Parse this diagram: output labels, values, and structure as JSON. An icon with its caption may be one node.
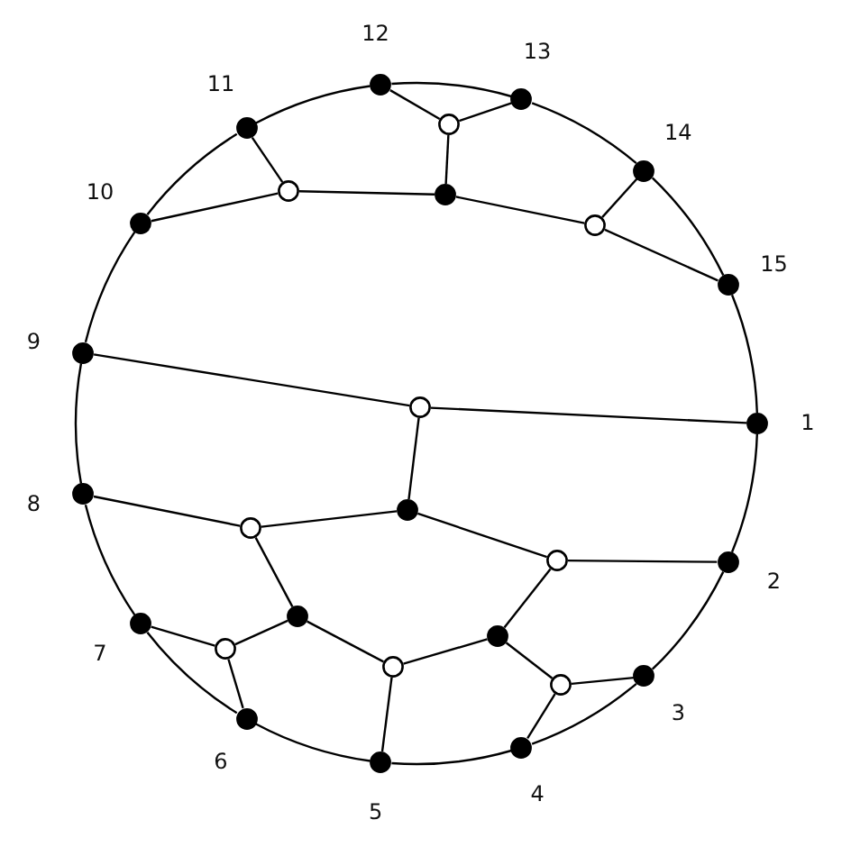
{
  "diagram": {
    "nodes": [
      {
        "text": [],
        "shape": "circle",
        "beside": [
          "1"
        ]
      },
      {
        "text": [],
        "shape": "circle",
        "beside": [
          "2"
        ]
      },
      {
        "text": [],
        "shape": "circle",
        "beside": [
          "3"
        ]
      },
      {
        "text": [],
        "shape": "circle",
        "beside": [
          "4"
        ]
      },
      {
        "text": [],
        "shape": "circle",
        "beside": [
          "5"
        ]
      },
      {
        "text": [],
        "shape": "circle",
        "beside": [
          "6"
        ]
      },
      {
        "text": [],
        "shape": "circle",
        "beside": [
          "7"
        ]
      },
      {
        "text": [],
        "shape": "circle",
        "beside": [
          "8"
        ]
      },
      {
        "text": [],
        "shape": "circle",
        "beside": [
          "9"
        ]
      },
      {
        "text": [],
        "shape": "circle",
        "beside": [
          "10"
        ]
      },
      {
        "text": [],
        "shape": "circle",
        "beside": [
          "11"
        ]
      },
      {
        "text": [],
        "shape": "circle",
        "beside": [
          "12"
        ]
      },
      {
        "text": [],
        "shape": "circle",
        "beside": [
          "13"
        ]
      },
      {
        "text": [],
        "shape": "circle",
        "beside": [
          "14"
        ]
      },
      {
        "text": [],
        "shape": "circle",
        "beside": [
          "15"
        ]
      },
      {
        "text": [],
        "shape": "circle"
      },
      {
        "text": [],
        "shape": "circle"
      },
      {
        "text": [],
        "shape": "circle"
      },
      {
        "text": [],
        "shape": "circle"
      },
      {
        "text": [],
        "shape": "circle"
      },
      {
        "text": [],
        "shape": "circle"
      },
      {
        "text": [],
        "shape": "circle"
      },
      {
        "text": [],
        "shape": "circle"
      },
      {
        "text": [],
        "shape": "circle"
      },
      {
        "text": [],
        "shape": "circle"
      },
      {
        "text": [],
        "shape": "circle"
      },
      {
        "text": [],
        "shape": "circle"
      },
      {
        "text": [],
        "shape": "circle"
      }
    ],
    "edges": [
      {
        "from": 0,
        "to": 1,
        "arrow": "none"
      },
      {
        "from": 1,
        "to": 2,
        "arrow": "none"
      },
      {
        "from": 2,
        "to": 3,
        "arrow": "none"
      },
      {
        "from": 3,
        "to": 4,
        "arrow": "none"
      },
      {
        "from": 4,
        "to": 5,
        "arrow": "none"
      },
      {
        "from": 5,
        "to": 6,
        "arrow": "none"
      },
      {
        "from": 6,
        "to": 7,
        "arrow": "none"
      },
      {
        "from": 7,
        "to": 8,
        "arrow": "none"
      },
      {
        "from": 8,
        "to": 9,
        "arrow": "none"
      },
      {
        "from": 9,
        "to": 10,
        "arrow": "none"
      },
      {
        "from": 10,
        "to": 11,
        "arrow": "none"
      },
      {
        "from": 11,
        "to": 12,
        "arrow": "none"
      },
      {
        "from": 12,
        "to": 13,
        "arrow": "none"
      },
      {
        "from": 13,
        "to": 14,
        "arrow": "none"
      },
      {
        "from": 14,
        "to": 0,
        "arrow": "none"
      },
      {
        "from": 11,
        "to": 15,
        "arrow": "none"
      },
      {
        "from": 15,
        "to": 12,
        "arrow": "none"
      },
      {
        "from": 15,
        "to": 17,
        "arrow": "none"
      },
      {
        "from": 10,
        "to": 16,
        "arrow": "none"
      },
      {
        "from": 9,
        "to": 16,
        "arrow": "none"
      },
      {
        "from": 16,
        "to": 17,
        "arrow": "none"
      },
      {
        "from": 17,
        "to": 18,
        "arrow": "none"
      },
      {
        "from": 18,
        "to": 13,
        "arrow": "none"
      },
      {
        "from": 18,
        "to": 14,
        "arrow": "none"
      },
      {
        "from": 8,
        "to": 19,
        "arrow": "none"
      },
      {
        "from": 19,
        "to": 0,
        "arrow": "none"
      },
      {
        "from": 19,
        "to": 20,
        "arrow": "none"
      },
      {
        "from": 7,
        "to": 21,
        "arrow": "none"
      },
      {
        "from": 21,
        "to": 20,
        "arrow": "none"
      },
      {
        "from": 20,
        "to": 22,
        "arrow": "none"
      },
      {
        "from": 22,
        "to": 1,
        "arrow": "none"
      },
      {
        "from": 22,
        "to": 24,
        "arrow": "none"
      },
      {
        "from": 21,
        "to": 23,
        "arrow": "none"
      },
      {
        "from": 23,
        "to": 25,
        "arrow": "none"
      },
      {
        "from": 25,
        "to": 6,
        "arrow": "none"
      },
      {
        "from": 25,
        "to": 5,
        "arrow": "none"
      },
      {
        "from": 23,
        "to": 26,
        "arrow": "none"
      },
      {
        "from": 26,
        "to": 4,
        "arrow": "none"
      },
      {
        "from": 26,
        "to": 24,
        "arrow": "none"
      },
      {
        "from": 24,
        "to": 27,
        "arrow": "none"
      },
      {
        "from": 27,
        "to": 2,
        "arrow": "none"
      },
      {
        "from": 27,
        "to": 3,
        "arrow": "none"
      }
    ]
  }
}
